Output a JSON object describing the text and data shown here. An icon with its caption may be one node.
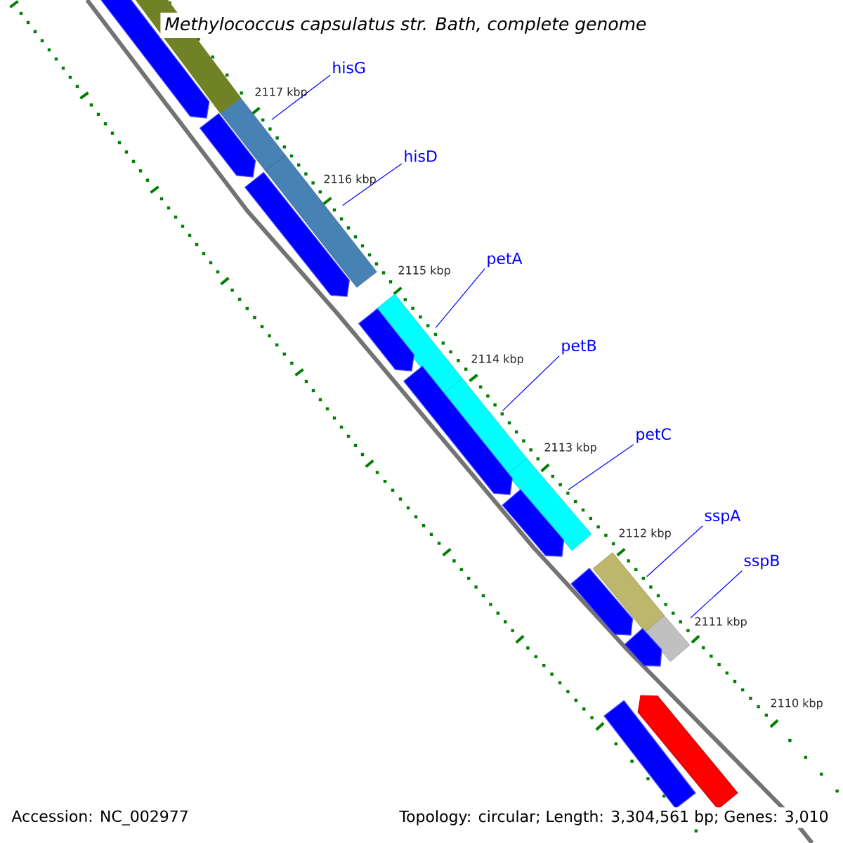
{
  "diagram": {
    "title": "Methylococcus capsulatus str. Bath, complete genome",
    "nodes": [
      {
        "text": [
          "hisG"
        ]
      },
      {
        "text": [],
        "shape": "bar"
      },
      {
        "text": [
          "hisD"
        ]
      },
      {
        "text": [],
        "shape": "bar"
      },
      {
        "text": [
          "petA"
        ]
      },
      {
        "text": [],
        "shape": "bar"
      },
      {
        "text": [
          "petB"
        ]
      },
      {
        "text": [],
        "shape": "bar"
      },
      {
        "text": [
          "petC"
        ]
      },
      {
        "text": [],
        "shape": "bar"
      },
      {
        "text": [
          "sspA"
        ]
      },
      {
        "text": [],
        "shape": "bar"
      },
      {
        "text": [
          "sspB"
        ]
      },
      {
        "text": [],
        "shape": "bar"
      },
      {
        "text": [],
        "shape": "bar"
      },
      {
        "text": [],
        "shape": "bar"
      },
      {
        "text": [],
        "shape": "bar"
      },
      {
        "text": [],
        "shape": "bar"
      },
      {
        "text": [],
        "shape": "bar"
      },
      {
        "text": [],
        "shape": "bar"
      },
      {
        "text": [],
        "shape": "bar"
      },
      {
        "text": [],
        "shape": "bar"
      },
      {
        "text": [],
        "shape": "bar"
      },
      {
        "text": [],
        "shape": "bar"
      },
      {
        "text": [],
        "shape": "bar"
      }
    ],
    "edges": [
      {
        "from": 0,
        "to": 1,
        "arrow": "none"
      },
      {
        "from": 2,
        "to": 3,
        "arrow": "none"
      },
      {
        "from": 4,
        "to": 5,
        "arrow": "none"
      },
      {
        "from": 6,
        "to": 7,
        "arrow": "none"
      },
      {
        "from": 8,
        "to": 9,
        "arrow": "none"
      },
      {
        "from": 10,
        "to": 11,
        "arrow": "none"
      },
      {
        "from": 12,
        "to": 13,
        "arrow": "none"
      }
    ],
    "labels": [
      "2117 kbp",
      "2116 kbp",
      "2115 kbp",
      "2114 kbp",
      "2113 kbp",
      "2112 kbp",
      "2111 kbp",
      "2110 kbp",
      "Accession: NC_002977",
      "Topology: circular; Length: 3,304,561 bp; Genes: 3,010"
    ]
  }
}
